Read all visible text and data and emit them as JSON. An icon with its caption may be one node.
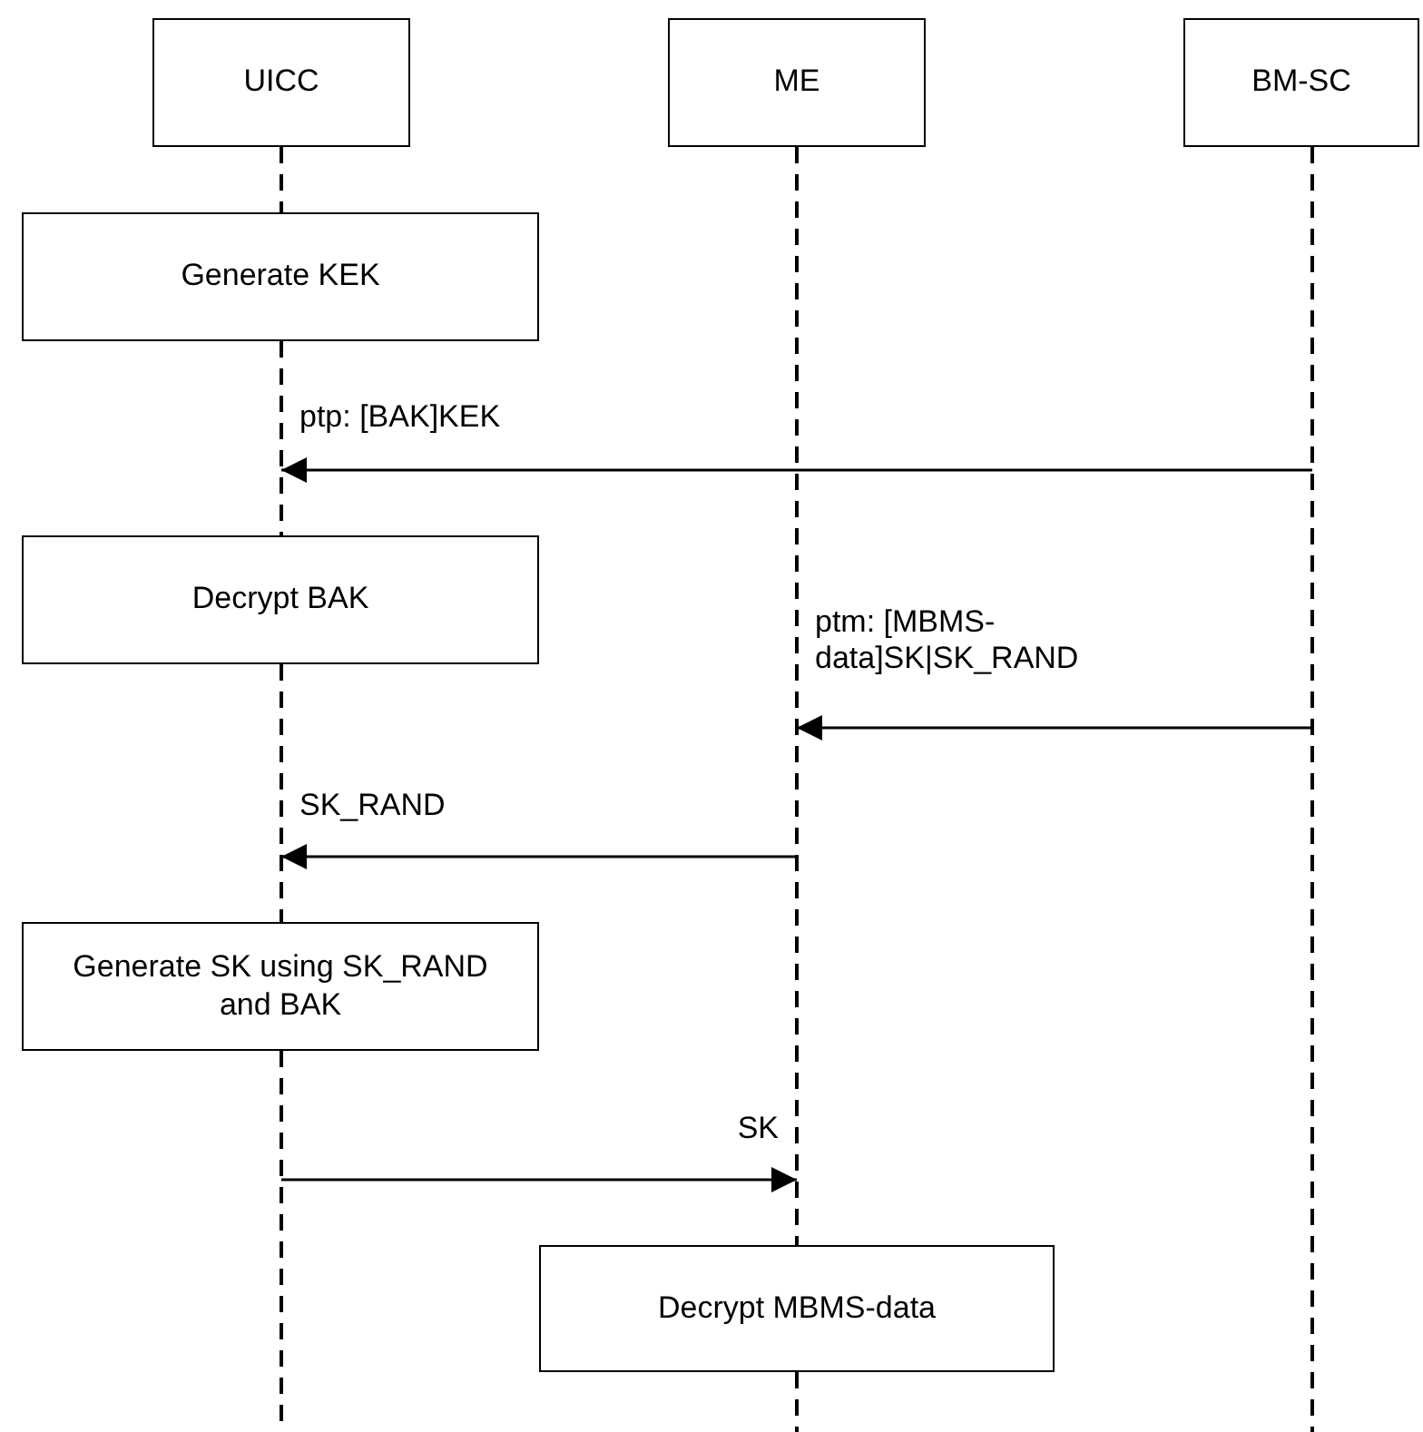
{
  "diagram": {
    "nodes": [
      {
        "text": [
          "UICC"
        ]
      },
      {
        "text": [
          "ME"
        ]
      },
      {
        "text": [
          "BM-SC"
        ]
      },
      {
        "text": [
          "Generate KEK"
        ]
      },
      {
        "text": [
          "Decrypt BAK"
        ]
      },
      {
        "text": [
          "Generate SK using SK_RAND and BAK"
        ]
      },
      {
        "text": [
          "Decrypt MBMS-data"
        ]
      },
      {
        "text": [],
        "shape": "line"
      },
      {
        "text": [],
        "shape": "line"
      },
      {
        "text": [],
        "shape": "line"
      },
      {
        "text": [],
        "shape": "line"
      },
      {
        "text": [],
        "shape": "line"
      },
      {
        "text": [],
        "shape": "line"
      },
      {
        "text": [],
        "shape": "line"
      }
    ],
    "edges": [
      {
        "from": 13,
        "to": 8,
        "arrow": "to",
        "label": "ptp: [BAK]KEK"
      },
      {
        "from": 13,
        "to": 11,
        "arrow": "to",
        "label": "ptm: [MBMS-data]SK|SK_RAND"
      },
      {
        "from": 11,
        "to": 9,
        "arrow": "to",
        "label": "SK_RAND"
      },
      {
        "from": 10,
        "to": 11,
        "arrow": "to",
        "label": "SK"
      }
    ]
  }
}
